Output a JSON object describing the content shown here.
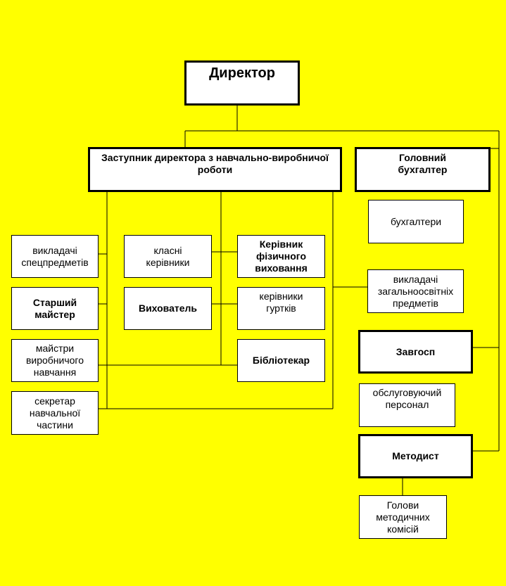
{
  "nodes": {
    "director": "Директор",
    "deputy": "Заступник директора з навчально-виробничої\nроботи",
    "chief_accountant": "Головний\nбухгалтер",
    "accountants": "бухгалтери",
    "special_teachers": "викладачі\nспецпредметів",
    "class_leaders": "класні\nкерівники",
    "pe_head": "Керівник\nфізичного\nвиховання",
    "general_teachers": "викладачі\nзагальноосвітніх\nпредметів",
    "senior_master": "Старший\nмайстер",
    "educator": "Вихователь",
    "club_leaders": "керівники\nгуртків",
    "maintenance_head": "Завгосп",
    "masters": "майстри\nвиробничого\nнавчання",
    "librarian": "Бібліотекар",
    "service_staff": "обслуговуючий\nперсонал",
    "secretary": "секретар\nнавчальної\nчастини",
    "methodist": "Методист",
    "commission_heads": "Голови\nметодичних\nкомісій"
  },
  "colors": {
    "background": "#ffff00",
    "box_fill": "#ffffff",
    "line": "#000000"
  }
}
